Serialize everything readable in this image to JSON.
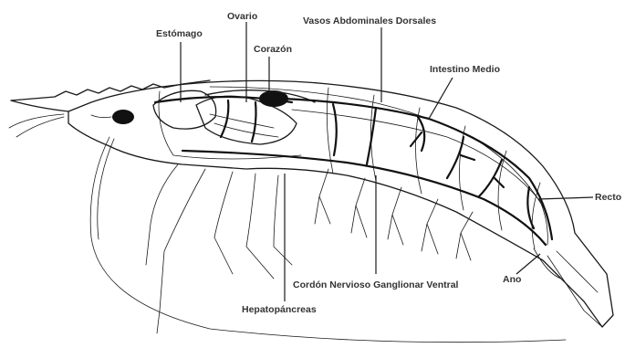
{
  "diagram": {
    "labels": {
      "estomago": "Estómago",
      "ovario": "Ovario",
      "corazon": "Corazón",
      "vasos": "Vasos Abdominales Dorsales",
      "intestino": "Intestino Medio",
      "recto": "Recto",
      "ano": "Ano",
      "cordon": "Cordón Nervioso Ganglionar Ventral",
      "hepato": "Hepatopáncreas"
    }
  }
}
